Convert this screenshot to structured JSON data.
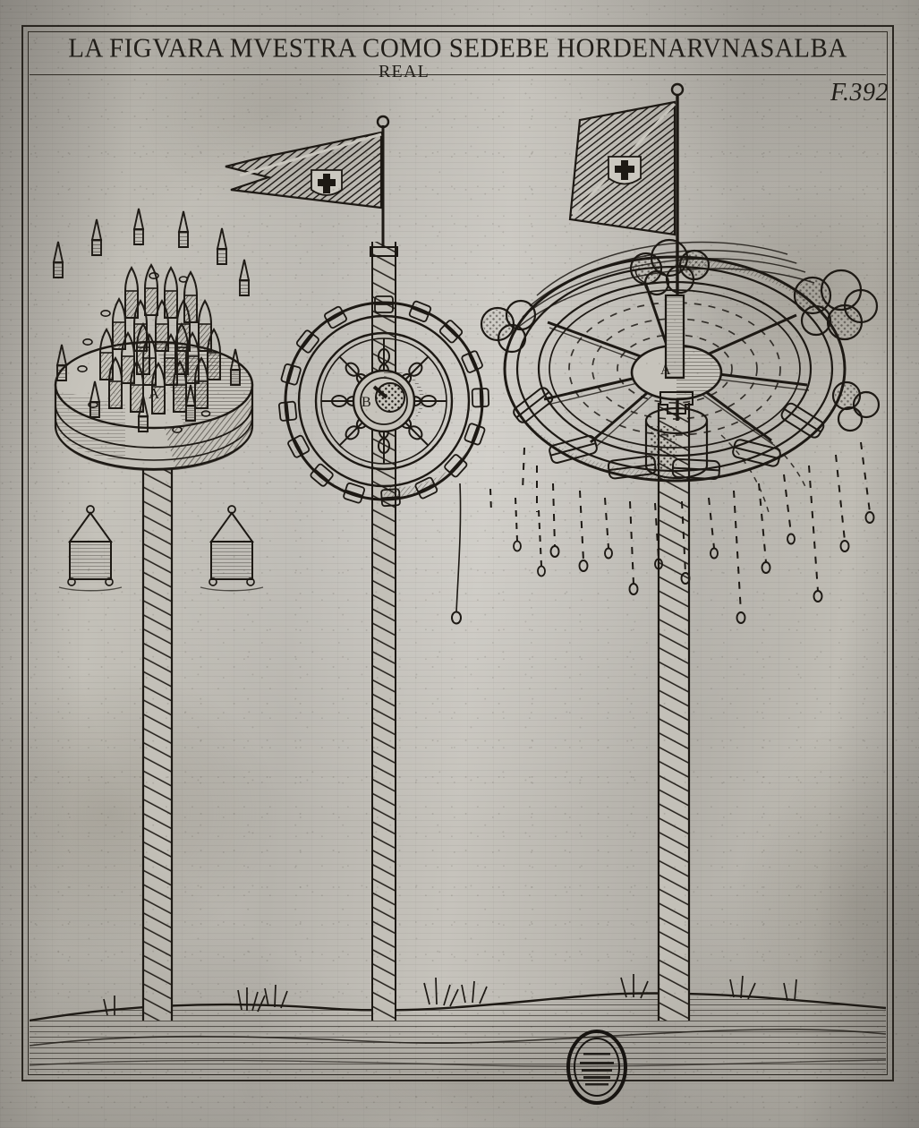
{
  "plate": {
    "title_line1": "LA FIGVARA MVESTRA COMO SEDEBE HORDENARVNASALBA",
    "title_line2": "REAL",
    "folio": "F.392",
    "medium": "engraving",
    "ink_color": "#201d18",
    "paper_color": "#bcb9b1"
  },
  "labels": {
    "left_platform": "A",
    "middle_wheel_hub": "B",
    "right_wheel_hub": "A"
  },
  "figures": [
    {
      "id": "left-assembly",
      "name": "rocket-battery-platform",
      "label": "A",
      "pole_style": "spiral-wrapped",
      "top_element": "circular drum platform crowded with upright rocket tubes",
      "rocket_count": 22,
      "crown_spike_count": 11,
      "accessories": "two small lantern-cases on the ground beside the pole"
    },
    {
      "id": "middle-assembly",
      "name": "spoked-fire-wheel-front",
      "label": "B",
      "pole_style": "spiral-wrapped",
      "orientation": "frontal circle",
      "spoke_count": 8,
      "rim_style": "segmented rocket tubes around rim",
      "flag": "swallowtail pennant with Order-of-Christ cross shield"
    },
    {
      "id": "right-assembly",
      "name": "spoked-fire-wheel-perspective",
      "label": "A",
      "pole_style": "spiral-wrapped",
      "orientation": "tilted ellipse in perspective",
      "spoke_count": 6,
      "rim_style": "segmented rocket tubes around rim",
      "effects": "bursting powder clouds and showers of falling sparks",
      "flag": "rectangular banner with Order-of-Christ cross shield"
    }
  ],
  "flags": {
    "middle": {
      "shape": "swallowtail-pennant",
      "emblem": "cross-of-the-order-of-christ"
    },
    "right": {
      "shape": "rectangular-banner",
      "emblem": "cross-of-the-order-of-christ"
    }
  },
  "ground": {
    "description": "hatched ground line with grass tufts at the base of all three poles"
  },
  "stamp": {
    "name": "library-ownership-stamp",
    "shape": "oval",
    "position": "bottom-center on the frame rule"
  }
}
